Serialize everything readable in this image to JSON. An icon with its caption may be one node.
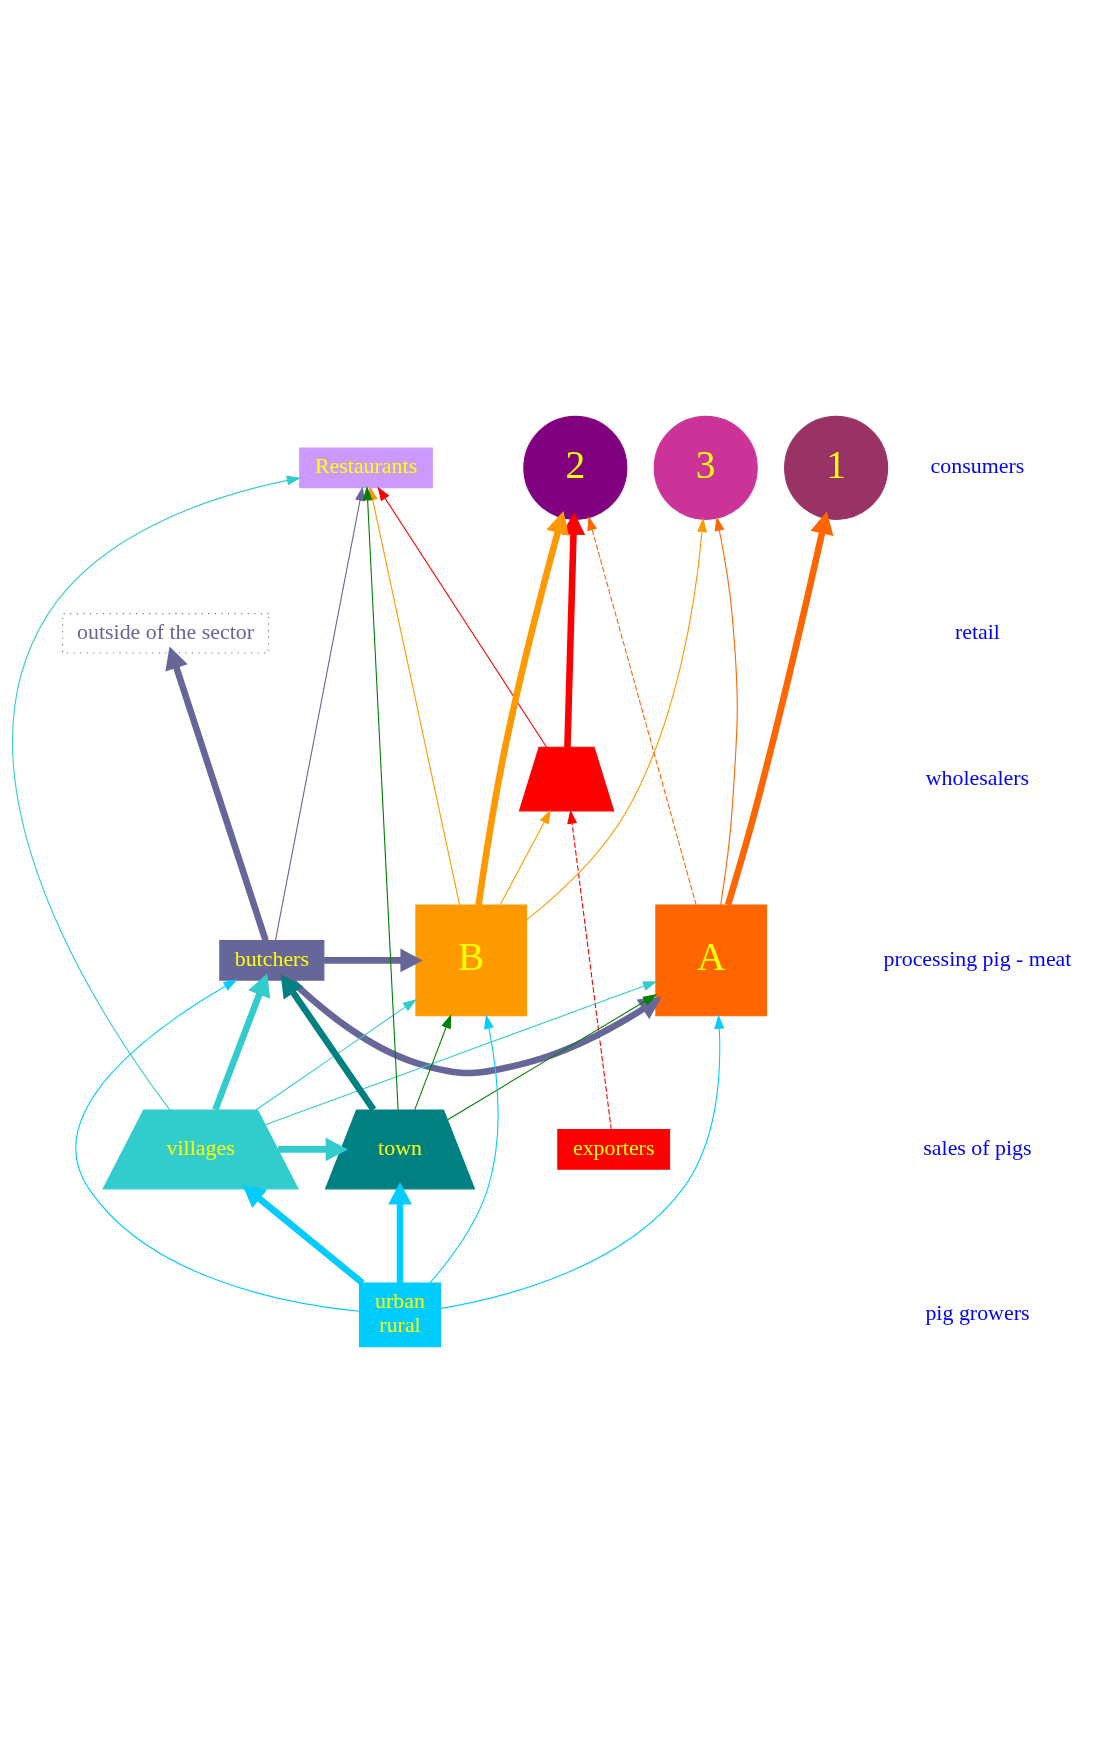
{
  "diagram": {
    "nodes": [
      {
        "text": [
          "1"
        ]
      },
      {
        "text": [
          "3"
        ]
      },
      {
        "text": [
          "2"
        ]
      },
      {
        "text": [
          "Restaurants"
        ]
      },
      {
        "text": [],
        "shape": "trapezoid"
      },
      {
        "text": [
          "exporters"
        ]
      },
      {
        "text": [
          "B"
        ]
      },
      {
        "text": [
          "A"
        ]
      },
      {
        "text": [
          "outside of the sector"
        ]
      },
      {
        "text": [
          "butchers"
        ]
      },
      {
        "text": [
          "villages"
        ]
      },
      {
        "text": [
          "town"
        ]
      },
      {
        "text": [
          "urban",
          "rural"
        ]
      }
    ],
    "edges": [
      {
        "from": 7,
        "to": 0,
        "arrow": "to",
        "style": "thick",
        "color": "#ff6600"
      },
      {
        "from": 7,
        "to": 1,
        "arrow": "to",
        "color": "#ff6600"
      },
      {
        "from": 7,
        "to": 2,
        "arrow": "to",
        "style": "dashed",
        "color": "#ff6600"
      },
      {
        "from": 6,
        "to": 2,
        "arrow": "to",
        "style": "thick",
        "color": "#ff9900"
      },
      {
        "from": 6,
        "to": 1,
        "arrow": "to",
        "color": "#ff9900"
      },
      {
        "from": 6,
        "to": 4,
        "arrow": "to",
        "color": "#ff9900"
      },
      {
        "from": 6,
        "to": 3,
        "arrow": "to",
        "color": "#ff9900"
      },
      {
        "from": 4,
        "to": 2,
        "arrow": "to",
        "style": "thick",
        "color": "#ff0000"
      },
      {
        "from": 4,
        "to": 3,
        "arrow": "to",
        "color": "#ff0000"
      },
      {
        "from": 5,
        "to": 4,
        "arrow": "to",
        "style": "dashed",
        "color": "#ff0000"
      },
      {
        "from": 9,
        "to": 8,
        "arrow": "to",
        "style": "thick",
        "color": "#666699"
      },
      {
        "from": 9,
        "to": 6,
        "arrow": "to",
        "style": "thick",
        "color": "#666699"
      },
      {
        "from": 9,
        "to": 7,
        "arrow": "to",
        "style": "thick",
        "color": "#666699"
      },
      {
        "from": 9,
        "to": 3,
        "arrow": "to",
        "color": "#666699"
      },
      {
        "from": 10,
        "to": 9,
        "arrow": "to",
        "style": "thick",
        "color": "#33cccc"
      },
      {
        "from": 10,
        "to": 6,
        "arrow": "to",
        "color": "#33cccc"
      },
      {
        "from": 10,
        "to": 3,
        "arrow": "to",
        "color": "#33cccc"
      },
      {
        "from": 10,
        "to": 7,
        "arrow": "to",
        "color": "#33cccc"
      },
      {
        "from": 10,
        "to": 11,
        "arrow": "to",
        "style": "thick",
        "color": "#33cccc"
      },
      {
        "from": 11,
        "to": 9,
        "arrow": "to",
        "style": "thick",
        "color": "#008080"
      },
      {
        "from": 11,
        "to": 6,
        "arrow": "to",
        "color": "#008000"
      },
      {
        "from": 11,
        "to": 3,
        "arrow": "to",
        "color": "#008000"
      },
      {
        "from": 11,
        "to": 7,
        "arrow": "to",
        "color": "#008000"
      },
      {
        "from": 12,
        "to": 10,
        "arrow": "to",
        "style": "thick",
        "color": "#00ccff"
      },
      {
        "from": 12,
        "to": 11,
        "arrow": "to",
        "style": "thick",
        "color": "#00ccff"
      },
      {
        "from": 12,
        "to": 9,
        "arrow": "to",
        "color": "#00ccff"
      },
      {
        "from": 12,
        "to": 6,
        "arrow": "to",
        "color": "#00ccff"
      },
      {
        "from": 12,
        "to": 7,
        "arrow": "to",
        "color": "#00ccff"
      }
    ],
    "labels": [
      "consumers",
      "retail",
      "wholesalers",
      "processing pig - meat",
      "sales of pigs",
      "pig growers"
    ]
  }
}
